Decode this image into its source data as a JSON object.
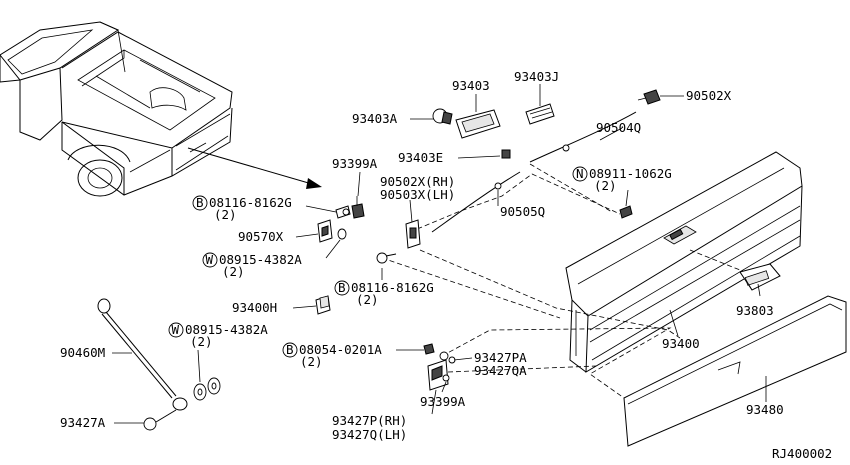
{
  "labels": {
    "p93403": "93403",
    "p93403J": "93403J",
    "p90502X": "90502X",
    "p93403A": "93403A",
    "p90504Q": "90504Q",
    "p93403E": "93403E",
    "p93399A_top": "93399A",
    "n08911": "08911-1062G",
    "n08911_qty": "(2)",
    "p90502X_RH": "90502X(RH)",
    "p90503X_LH": "90503X(LH)",
    "b08116_top": "08116-8162G",
    "b08116_top_qty": "(2)",
    "p90505Q": "90505Q",
    "p90570X": "90570X",
    "w08915_top": "08915-4382A",
    "w08915_top_qty": "(2)",
    "b08116_mid": "08116-8162G",
    "b08116_mid_qty": "(2)",
    "p93400H": "93400H",
    "w08915_bot": "08915-4382A",
    "w08915_bot_qty": "(2)",
    "p93803": "93803",
    "p90460M": "90460M",
    "b08054": "08054-0201A",
    "b08054_qty": "(2)",
    "p93427PA": "93427PA",
    "p93427QA": "93427QA",
    "p93400": "93400",
    "p93399A_bot": "93399A",
    "p93427A": "93427A",
    "p93427P_RH": "93427P(RH)",
    "p93427Q_LH": "93427Q(LH)",
    "p93480": "93480",
    "ref": "RJ400002"
  },
  "prefix_symbols": {
    "bolt": "B",
    "nut": "N",
    "washer": "W"
  }
}
